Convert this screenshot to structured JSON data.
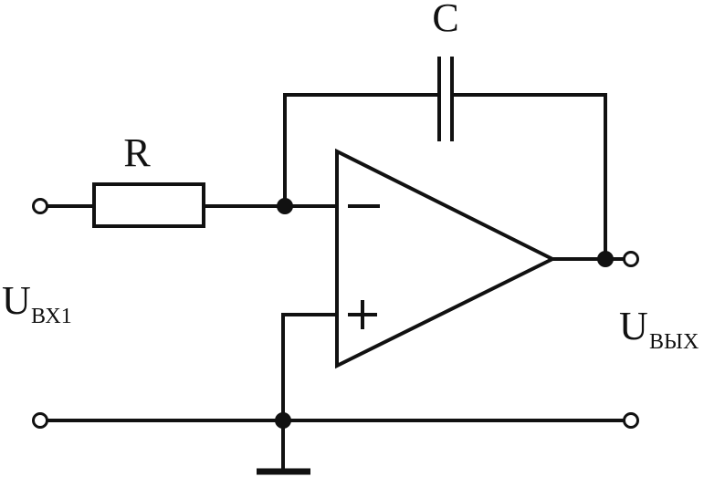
{
  "labels": {
    "capacitor": "C",
    "resistor": "R",
    "input_main": "U",
    "input_sub": "ВХ1",
    "output_main": "U",
    "output_sub": "ВЫХ"
  },
  "colors": {
    "line": "#111111",
    "background": "#ffffff"
  }
}
